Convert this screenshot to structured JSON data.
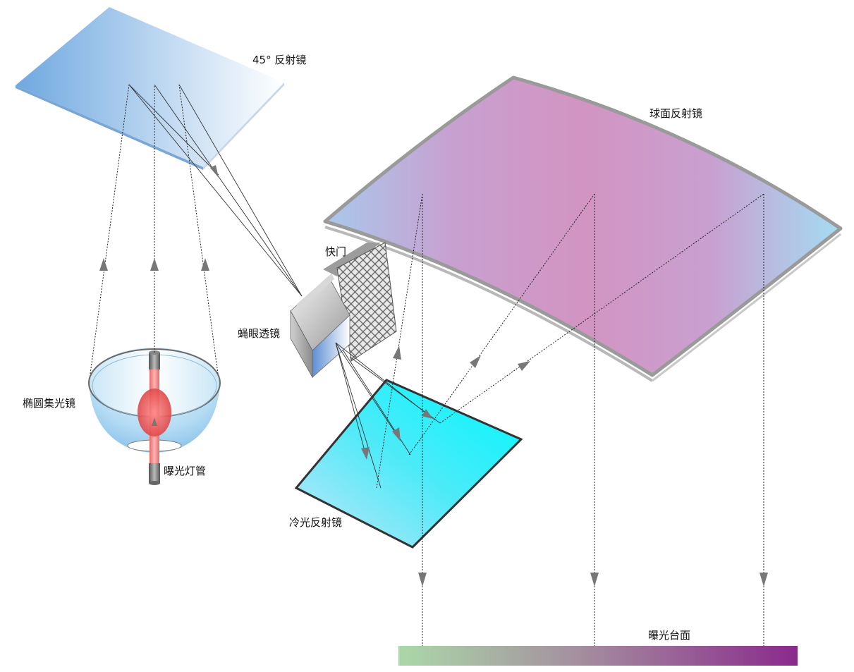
{
  "labels": {
    "mirror_45": "45° 反射镜",
    "spherical_mirror": "球面反射镜",
    "shutter": "快门",
    "flyeye_lens": "蝇眼透镜",
    "ellipsoidal_condenser": "椭圆集光镜",
    "exposure_lamp": "曝光灯管",
    "cold_mirror": "冷光反射镜",
    "exposure_table": "曝光台面"
  },
  "colors": {
    "mirror_45_gradient": [
      "#6fa8e0",
      "#ffffff"
    ],
    "spherical_mirror_gradient": [
      "#a8d8f0",
      "#d496c4",
      "#a8d8f0"
    ],
    "cold_mirror_gradient": [
      "#b8e4f8",
      "#00f4ff"
    ],
    "exposure_table_gradient": [
      "#a9d8a9",
      "#8a2a8a"
    ],
    "lamp_glow": "#f06060",
    "ray_arrow": "#777777"
  }
}
